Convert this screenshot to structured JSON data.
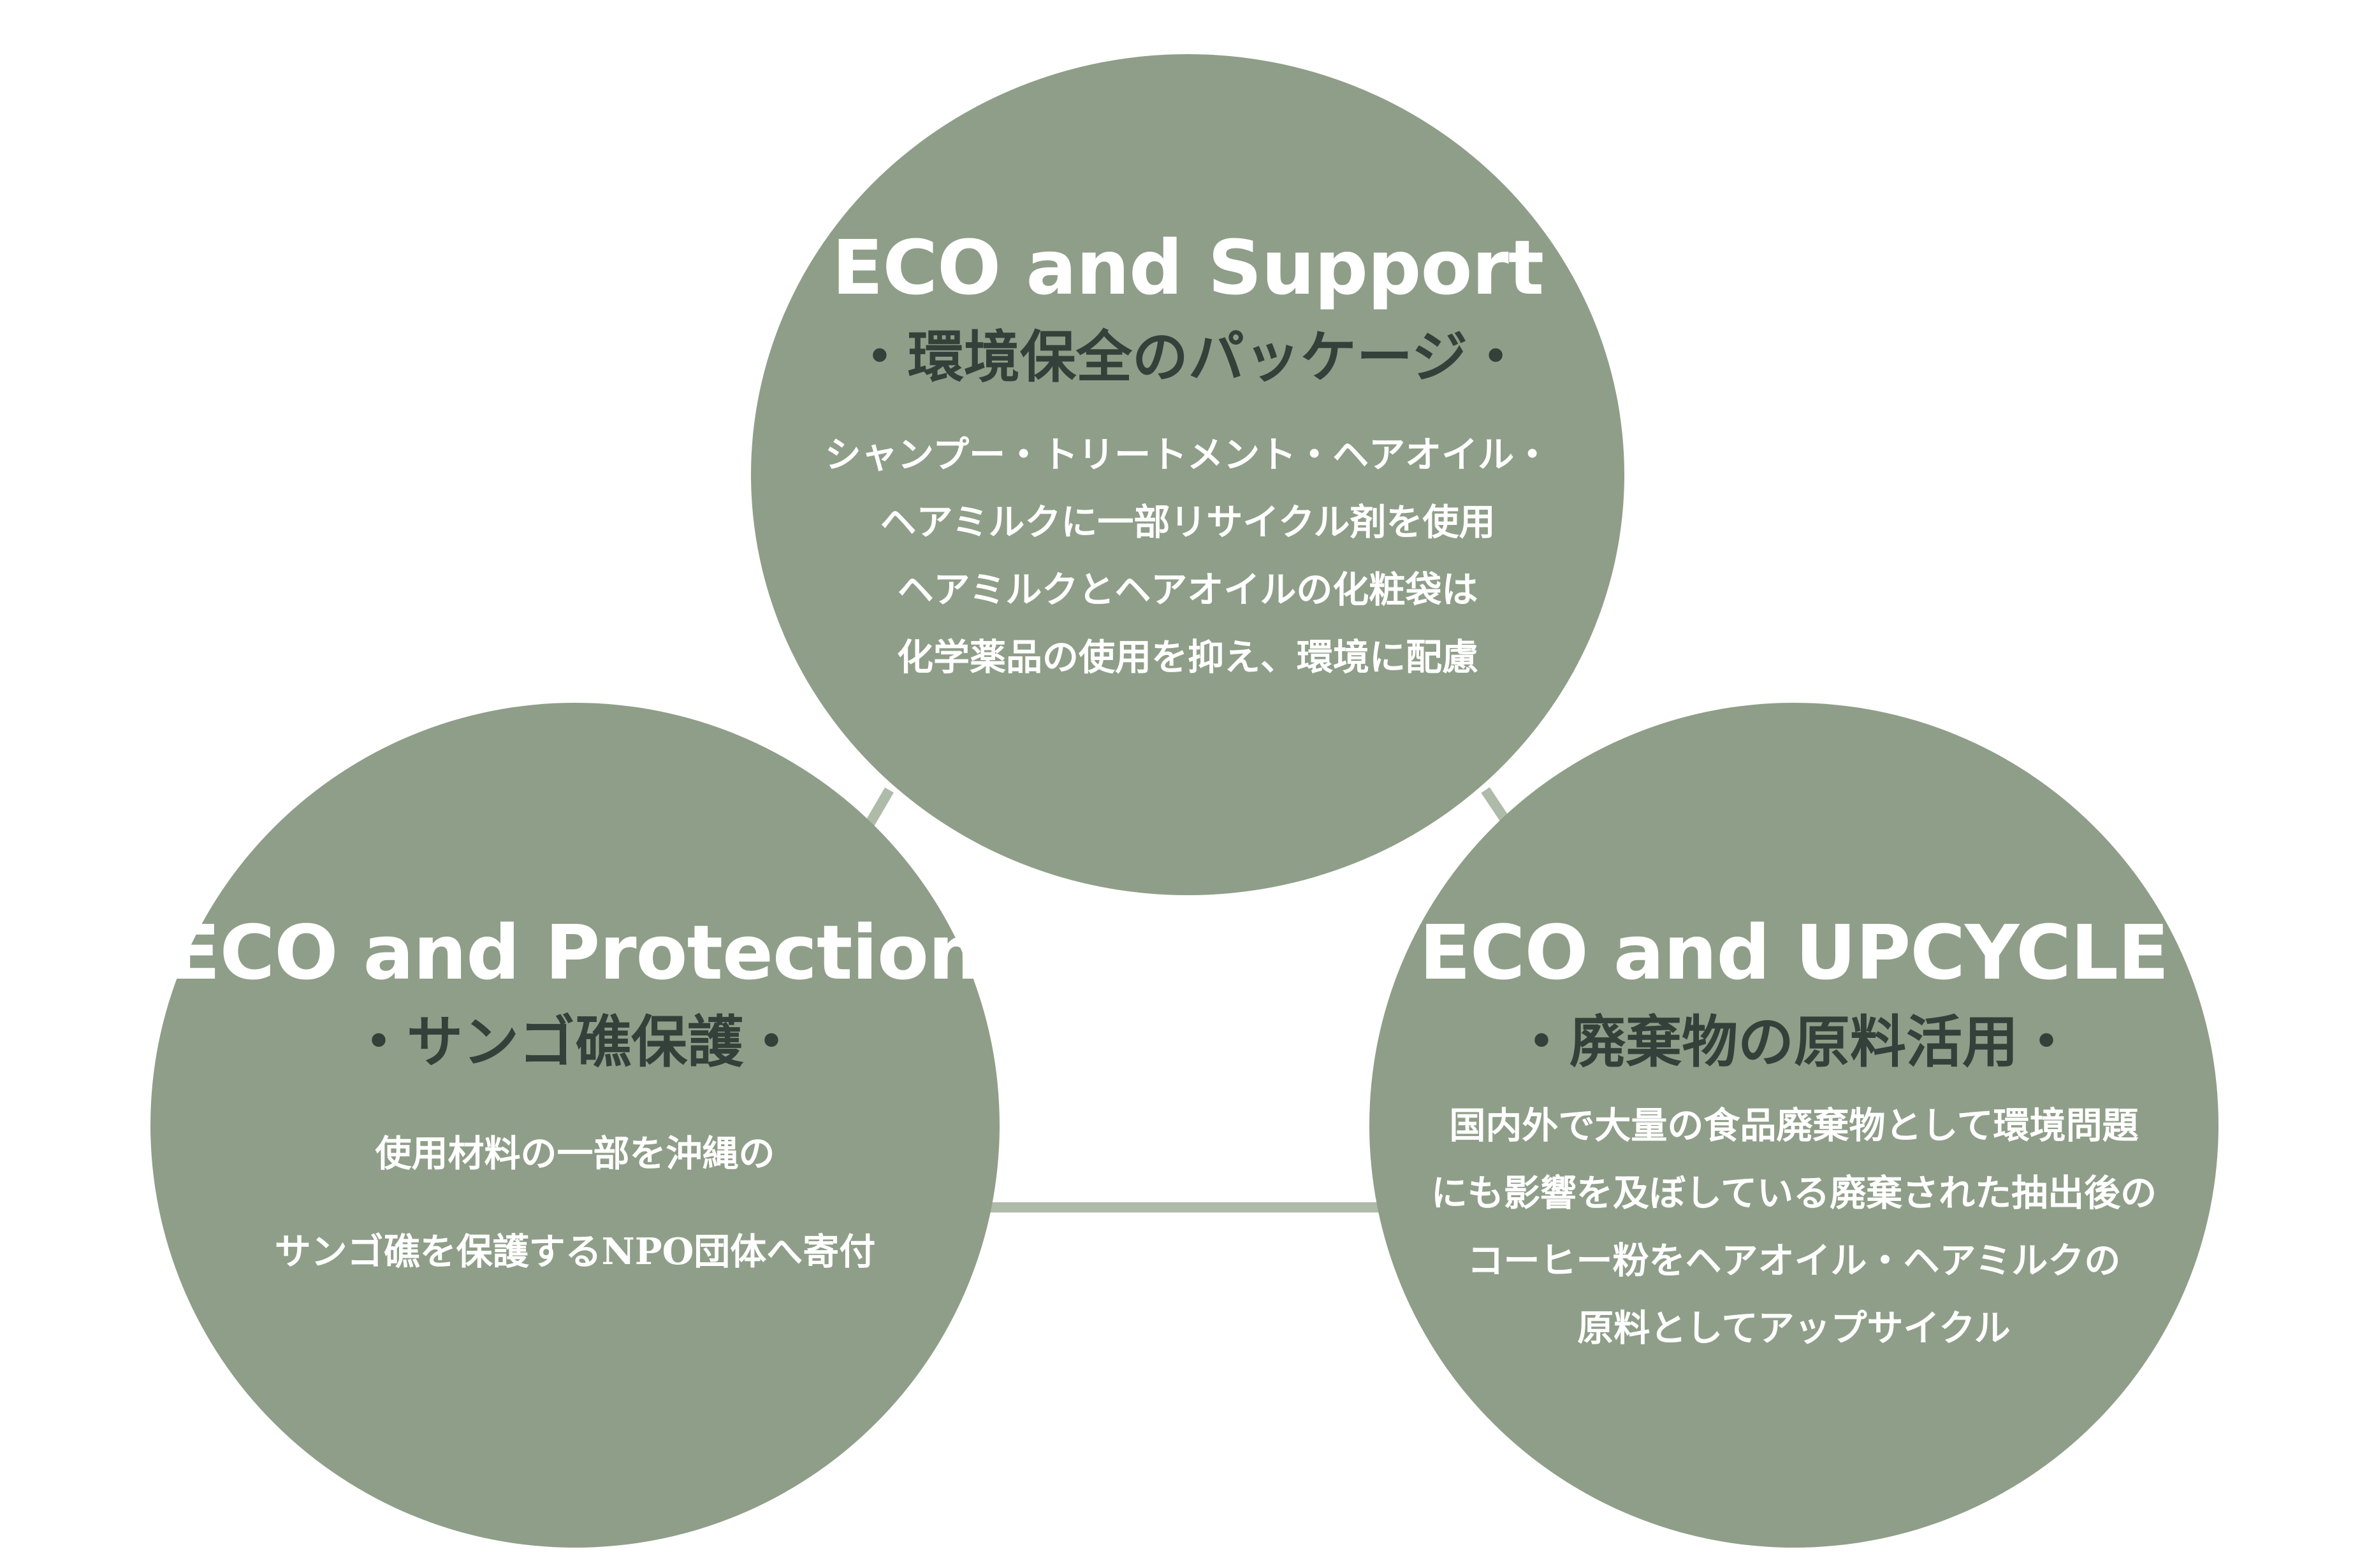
{
  "nodes": [
    {
      "title": "ECO and Support",
      "subtitle": "・環境保全のパッケージ・",
      "lines": [
        "シャンプー・トリートメント・ヘアオイル・",
        "ヘアミルクに一部リサイクル剤を使用",
        "ヘアミルクとヘアオイルの化粧袋は",
        "化学薬品の使用を抑え、環境に配慮"
      ]
    },
    {
      "title": "ECO and Protection",
      "subtitle": "・サンゴ礁保護・",
      "lines": [
        "使用材料の一部を沖縄の",
        "サンゴ礁を保護するNPO団体へ寄付"
      ]
    },
    {
      "title": "ECO and UPCYCLE",
      "subtitle": "・廃棄物の原料活用・",
      "lines": [
        "国内外で大量の食品廃棄物として環境問題",
        "にも影響を及ぼしている廃棄された抽出後の",
        "コーヒー粉をヘアオイル・ヘアミルクの",
        "原料としてアップサイクル"
      ]
    }
  ],
  "colors": {
    "circle_fill": "#8f9e88",
    "connector": "#aebba8",
    "title_text": "#ffffff",
    "subtitle_text": "#34403a",
    "body_text": "#ffffff"
  }
}
